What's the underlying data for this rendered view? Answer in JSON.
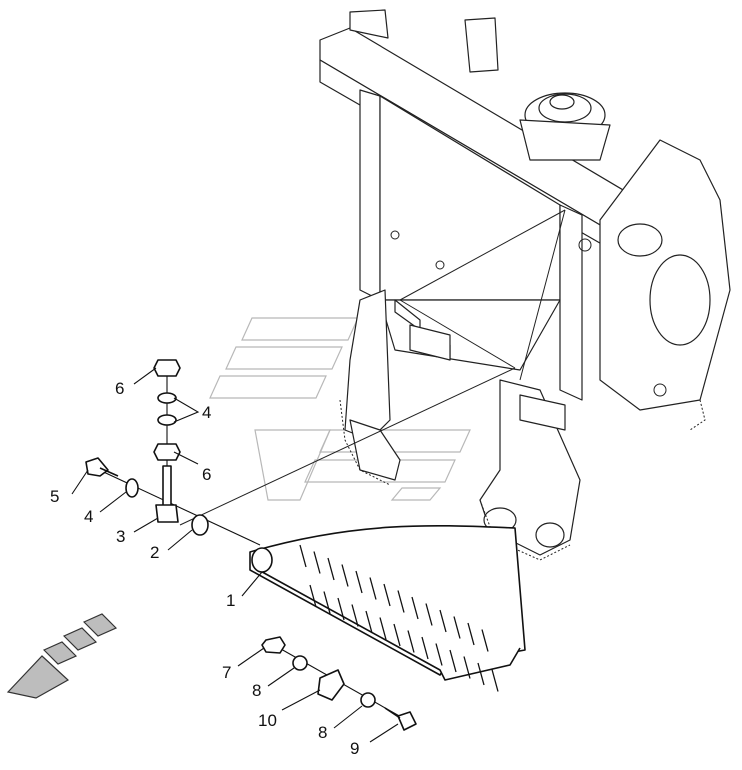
{
  "callouts": [
    {
      "id": "c1",
      "label": "1"
    },
    {
      "id": "c2",
      "label": "2"
    },
    {
      "id": "c3",
      "label": "3"
    },
    {
      "id": "c4a",
      "label": "4"
    },
    {
      "id": "c4b",
      "label": "4"
    },
    {
      "id": "c5",
      "label": "5"
    },
    {
      "id": "c6a",
      "label": "6"
    },
    {
      "id": "c6b",
      "label": "6"
    },
    {
      "id": "c7",
      "label": "7"
    },
    {
      "id": "c8a",
      "label": "8"
    },
    {
      "id": "c8b",
      "label": "8"
    },
    {
      "id": "c9",
      "label": "9"
    },
    {
      "id": "c10",
      "label": "10"
    }
  ],
  "direction_arrow": {
    "icon": "direction-arrow-icon",
    "fill_color": "#bdbdbd"
  }
}
